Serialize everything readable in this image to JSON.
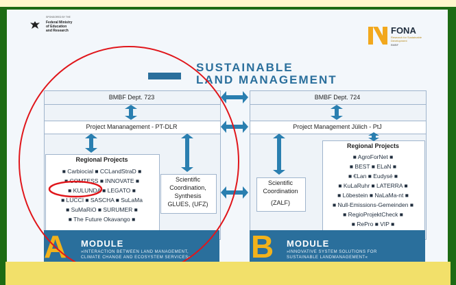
{
  "header": {
    "sponsor_caption": "SPONSORED BY THE",
    "ministry_line1": "Federal Ministry",
    "ministry_line2": "of Education",
    "ministry_line3": "and Research",
    "fona_title": "FONA",
    "fona_sub1": "Research for Sustainable",
    "fona_sub2": "Development",
    "fona_sub3": "BMBF"
  },
  "title": {
    "line1": "SUSTAINABLE",
    "line2": "LAND MANAGEMENT"
  },
  "left": {
    "dept": "BMBF Dept. 723",
    "pm": "Project Mananagement - PT-DLR",
    "regional_title": "Regional Projects",
    "rows": [
      "■ Carbiocial ■ CCLandStraD ■",
      "■ COMTESS ■ INNOVATE ■",
      "■ KULUNDA ■ LEGATO ■",
      "■ LUCCI ■ SASCHA ■ SuLaMa",
      "■ SuMaRiO ■ SURUMER ■",
      "■ The Future Okavango ■"
    ],
    "sci_line1": "Scientific",
    "sci_line2": "Coordination,",
    "sci_line3": "Synthesis",
    "sci_line4": "GLUES, (UFZ)",
    "module_letter": "A",
    "module_label": "MODULE",
    "module_sub1": "»INTERACTION BETWEEN LAND MANAGEMENT,",
    "module_sub2": "CLIMATE CHANGE AND ECOSYSTEM SERVICES«"
  },
  "right": {
    "dept": "BMBF Dept. 724",
    "pm": "Project Management Jülich - PtJ",
    "regional_title": "Regional Projects",
    "rows": [
      "■ AgroForNet ■",
      "■ BEST ■ ELaN ■",
      "■ €Lan ■ Eudysé ■",
      "■ KuLaRuhr ■ LATERRA ■",
      "■ Löbestein ■ NaLaMa-nt ■",
      "■ Null-Emissions-Gemeinden ■",
      "■ RegioProjektCheck ■",
      "■ RePro ■ VIP ■"
    ],
    "sci_line1": "Scientific",
    "sci_line2": "Coordination",
    "sci_line3": "(ZALF)",
    "module_letter": "B",
    "module_label": "MODULE",
    "module_sub1": "»INNOVATIVE SYSTEM SOLUTIONS FOR",
    "module_sub2": "SUSTAINABLE LANDMANAGEMENT«"
  },
  "colors": {
    "arrow": "#2a7fb0",
    "module_bg": "#2a6f9c",
    "letter": "#f2b21b",
    "annotation": "#e0161b",
    "frame_green": "#1d6b14"
  }
}
